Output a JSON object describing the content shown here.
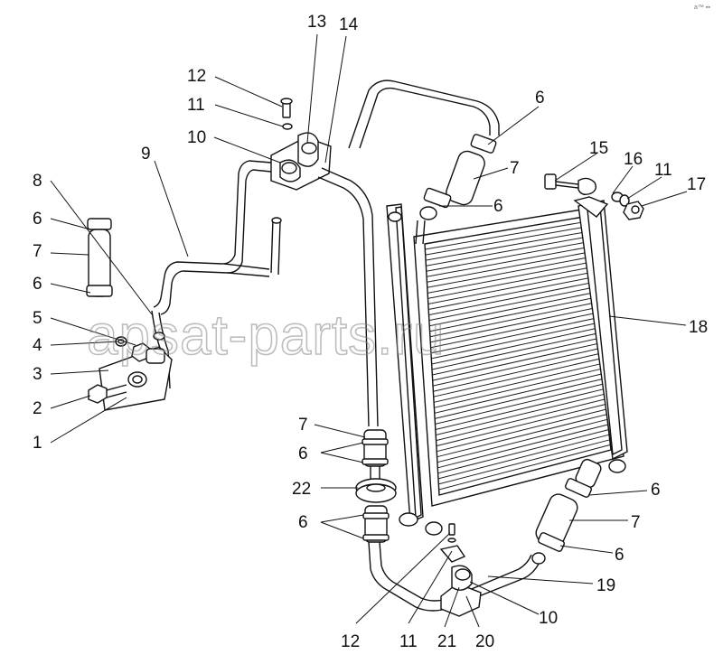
{
  "watermark": "apsat-parts.ru",
  "corner_mark": "a™ ▪▪",
  "callouts": [
    {
      "id": "13a",
      "text": "13"
    },
    {
      "id": "14a",
      "text": "14"
    },
    {
      "id": "12a",
      "text": "12"
    },
    {
      "id": "11a",
      "text": "11"
    },
    {
      "id": "10a",
      "text": "10"
    },
    {
      "id": "9a",
      "text": "9"
    },
    {
      "id": "8a",
      "text": "8"
    },
    {
      "id": "6a",
      "text": "6"
    },
    {
      "id": "7a",
      "text": "7"
    },
    {
      "id": "6b",
      "text": "6"
    },
    {
      "id": "5a",
      "text": "5"
    },
    {
      "id": "4a",
      "text": "4"
    },
    {
      "id": "3a",
      "text": "3"
    },
    {
      "id": "2a",
      "text": "2"
    },
    {
      "id": "1a",
      "text": "1"
    },
    {
      "id": "6c",
      "text": "6"
    },
    {
      "id": "7b",
      "text": "7"
    },
    {
      "id": "6d",
      "text": "6"
    },
    {
      "id": "15a",
      "text": "15"
    },
    {
      "id": "16a",
      "text": "16"
    },
    {
      "id": "11b",
      "text": "11"
    },
    {
      "id": "17a",
      "text": "17"
    },
    {
      "id": "18a",
      "text": "18"
    },
    {
      "id": "7c",
      "text": "7"
    },
    {
      "id": "6e",
      "text": "6"
    },
    {
      "id": "22a",
      "text": "22"
    },
    {
      "id": "6f",
      "text": "6"
    },
    {
      "id": "6g",
      "text": "6"
    },
    {
      "id": "7d",
      "text": "7"
    },
    {
      "id": "6h",
      "text": "6"
    },
    {
      "id": "19a",
      "text": "19"
    },
    {
      "id": "10b",
      "text": "10"
    },
    {
      "id": "12b",
      "text": "12"
    },
    {
      "id": "11c",
      "text": "11"
    },
    {
      "id": "21a",
      "text": "21"
    },
    {
      "id": "20a",
      "text": "20"
    }
  ]
}
